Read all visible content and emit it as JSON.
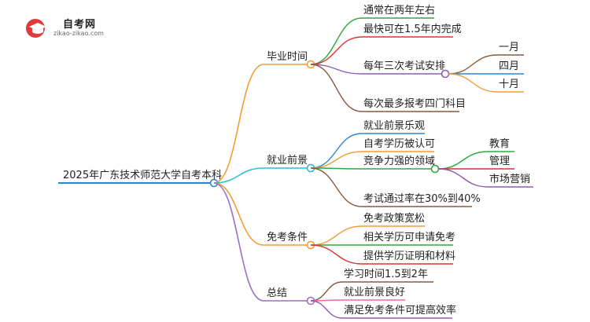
{
  "logo": {
    "name": "自考网",
    "url": "zikao-zikao.com"
  },
  "mindmap": {
    "root": "2025年广东技术师范大学自考本科",
    "branches": [
      {
        "label": "毕业时间",
        "color": "#f39c34",
        "children": [
          {
            "label": "通常在两年左右",
            "color": "#2eaa3a"
          },
          {
            "label": "最快可在1.5年内完成",
            "color": "#e0322f"
          },
          {
            "label": "每年三次考试安排",
            "color": "#8e5bb0",
            "children": [
              {
                "label": "一月",
                "color": "#8b5a3c"
              },
              {
                "label": "四月",
                "color": "#2a86d1"
              },
              {
                "label": "十月",
                "color": "#f39c34"
              }
            ]
          },
          {
            "label": "每次最多报考四门科目",
            "color": "#8b5a3c"
          }
        ]
      },
      {
        "label": "就业前景",
        "color": "#2bbcd4",
        "children": [
          {
            "label": "就业前景乐观",
            "color": "#2a86d1"
          },
          {
            "label": "自考学历被认可",
            "color": "#f39c34"
          },
          {
            "label": "竞争力强的领域",
            "color": "#2eaa3a",
            "children": [
              {
                "label": "教育",
                "color": "#2eaa3a"
              },
              {
                "label": "管理",
                "color": "#e0322f"
              },
              {
                "label": "市场营销",
                "color": "#8e5bb0"
              }
            ]
          },
          {
            "label": "考试通过率在30%到40%",
            "color": "#8b5a3c"
          }
        ]
      },
      {
        "label": "免考条件",
        "color": "#f39c34",
        "children": [
          {
            "label": "免考政策宽松",
            "color": "#f39c34"
          },
          {
            "label": "相关学历可申请免考",
            "color": "#2eaa3a"
          },
          {
            "label": "提供学历证明和材料",
            "color": "#e0322f"
          }
        ]
      },
      {
        "label": "总结",
        "color": "#9b6fc4",
        "children": [
          {
            "label": "学习时间1.5到2年",
            "color": "#8b5a3c"
          },
          {
            "label": "就业前景良好",
            "color": "#e86aa6"
          },
          {
            "label": "满足免考条件可提高效率",
            "color": "#8e5bb0"
          }
        ]
      }
    ]
  },
  "colors": {
    "root_line": "#2a86d1"
  }
}
